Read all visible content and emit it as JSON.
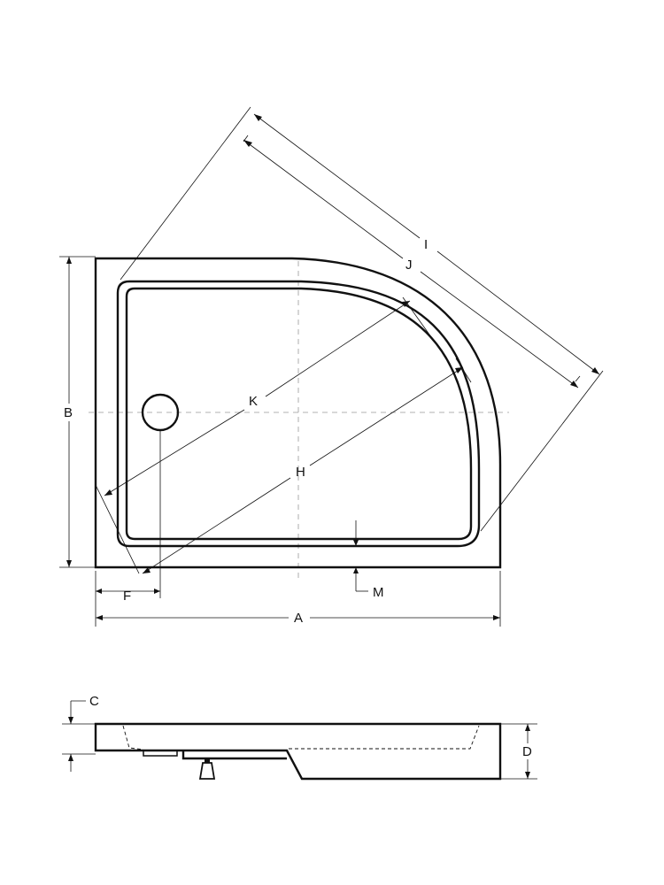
{
  "diagram": {
    "labels": {
      "A": "A",
      "B": "B",
      "C": "C",
      "D": "D",
      "F": "F",
      "H": "H",
      "I": "I",
      "J": "J",
      "K": "K",
      "M": "M"
    },
    "colors": {
      "line": "#111111",
      "centerline": "#999999",
      "background": "#ffffff"
    }
  }
}
